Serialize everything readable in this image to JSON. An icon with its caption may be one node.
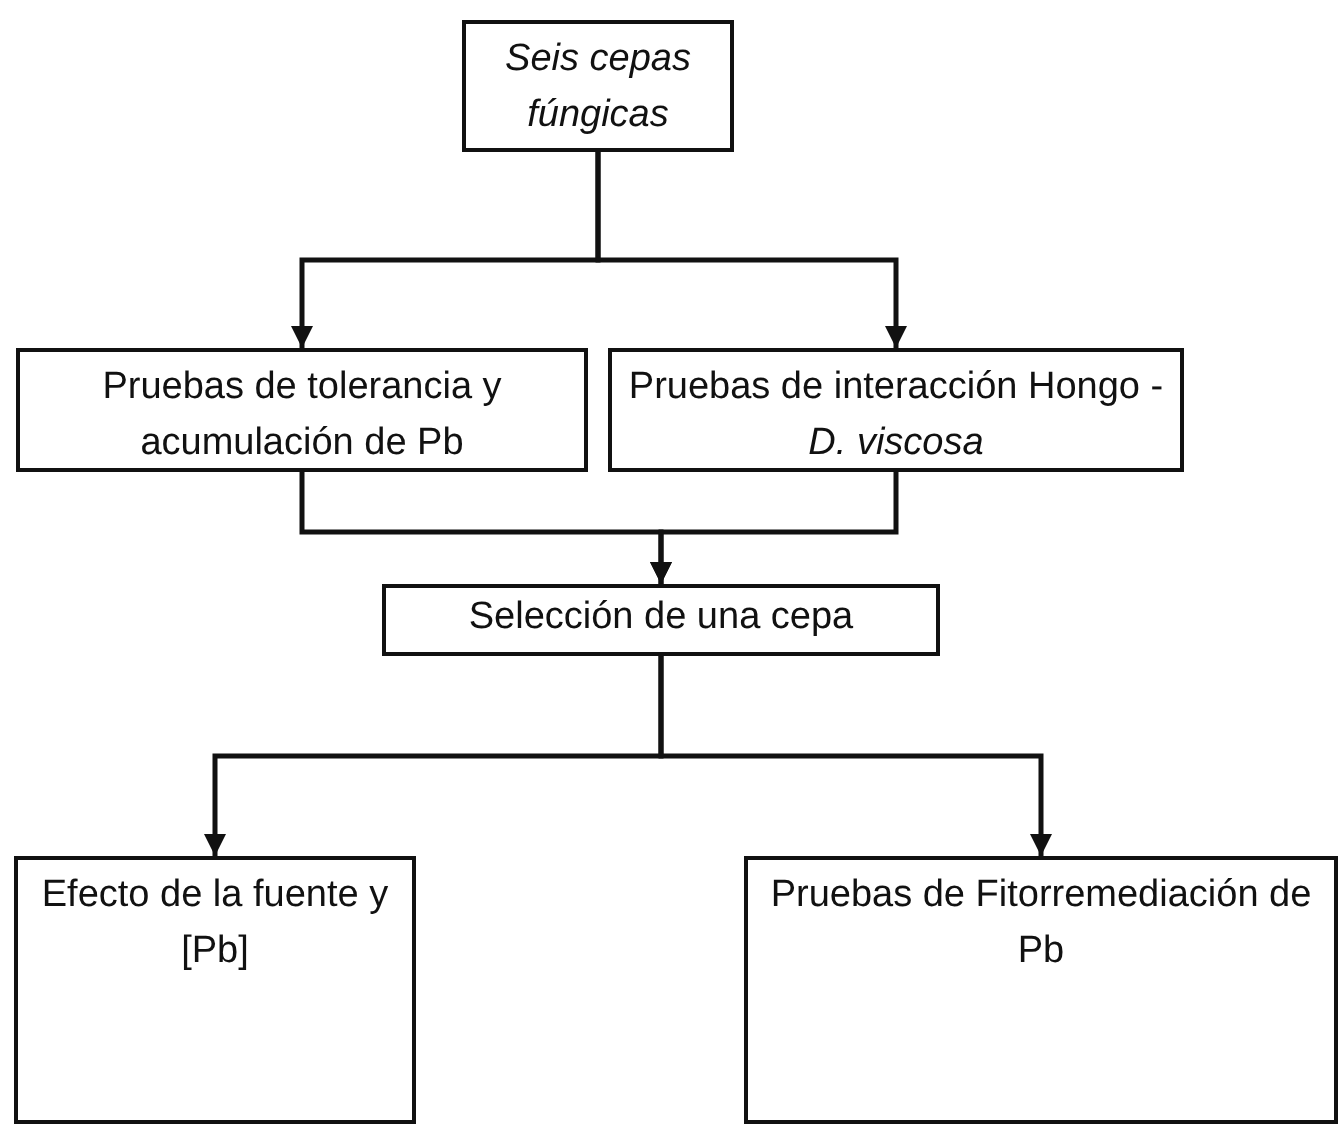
{
  "diagram": {
    "nodes": [
      {
        "text": [
          "Seis cepas fúngicas"
        ]
      },
      {
        "text": [
          "Pruebas de tolerancia y acumulación de Pb"
        ]
      },
      {
        "text": [
          "Pruebas de interacción Hongo - *D. viscosa*"
        ]
      },
      {
        "text": [
          "Selección de una cepa"
        ]
      },
      {
        "text": [
          "Efecto de la fuente y [Pb]"
        ]
      },
      {
        "text": [
          "Pruebas de Fitorremediación de Pb"
        ]
      }
    ],
    "edges": [
      {
        "from": 0,
        "to": 1,
        "arrow": "to"
      },
      {
        "from": 0,
        "to": 2,
        "arrow": "to"
      },
      {
        "from": 1,
        "to": 3,
        "arrow": "to"
      },
      {
        "from": 2,
        "to": 3,
        "arrow": "to"
      },
      {
        "from": 3,
        "to": 4,
        "arrow": "to"
      },
      {
        "from": 3,
        "to": 5,
        "arrow": "to"
      }
    ]
  }
}
